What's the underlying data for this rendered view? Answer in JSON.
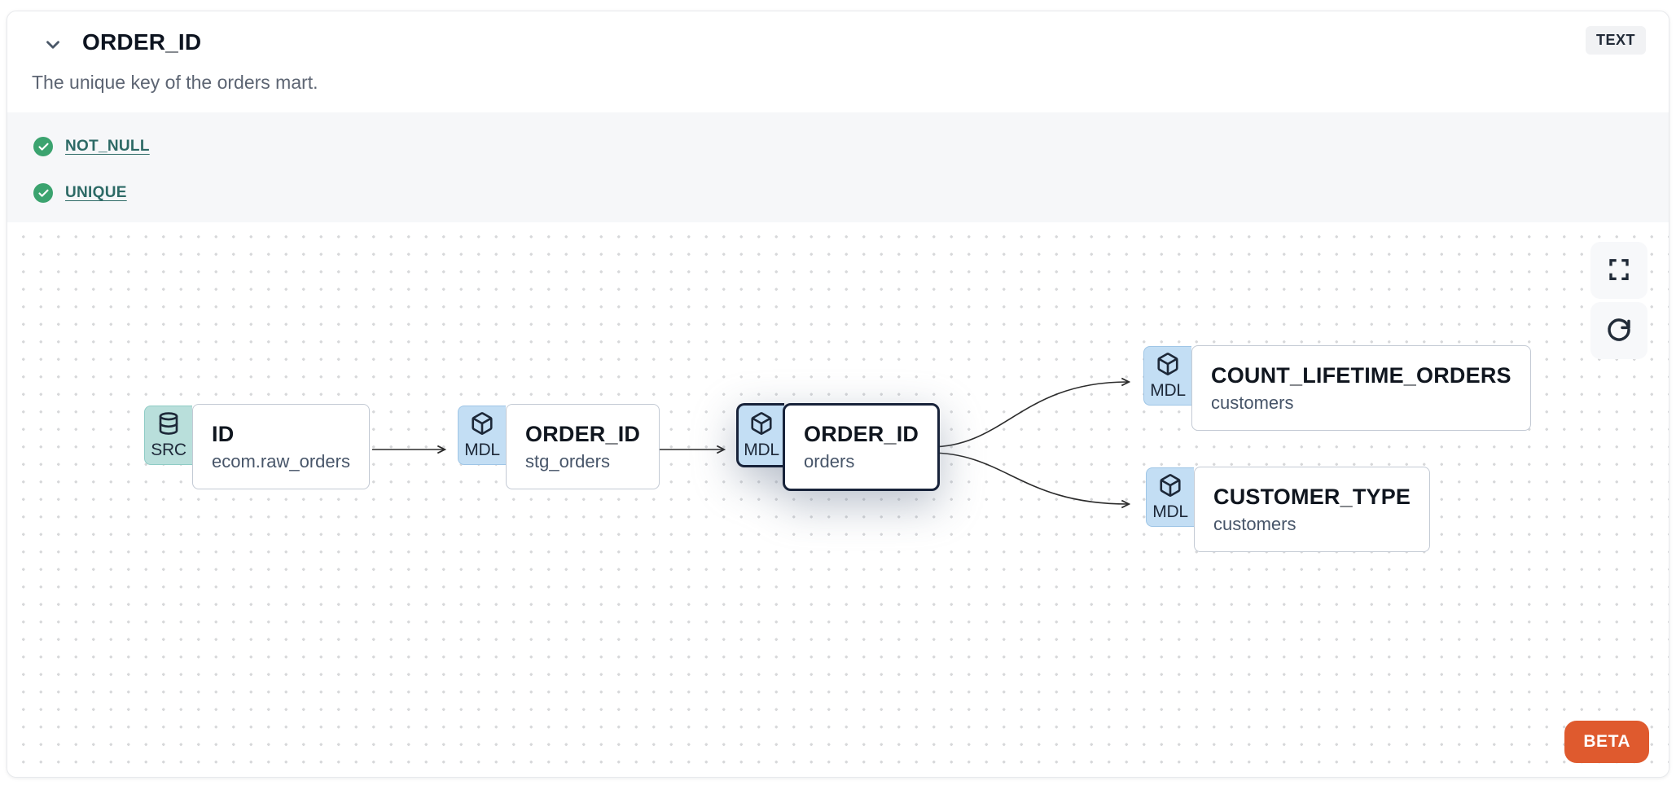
{
  "header": {
    "title": "ORDER_ID",
    "type_badge": "TEXT",
    "description": "The unique key of the orders mart."
  },
  "tests": [
    {
      "label": "NOT_NULL",
      "status": "pass",
      "icon": "check-circle-icon"
    },
    {
      "label": "UNIQUE",
      "status": "pass",
      "icon": "check-circle-icon"
    }
  ],
  "lineage": {
    "nodes": [
      {
        "badge": "SRC",
        "icon": "database-icon",
        "title": "ID",
        "subtitle": "ecom.raw_orders",
        "selected": false
      },
      {
        "badge": "MDL",
        "icon": "cube-icon",
        "title": "ORDER_ID",
        "subtitle": "stg_orders",
        "selected": false
      },
      {
        "badge": "MDL",
        "icon": "cube-icon",
        "title": "ORDER_ID",
        "subtitle": "orders",
        "selected": true
      },
      {
        "badge": "MDL",
        "icon": "cube-icon",
        "title": "COUNT_LIFETIME_ORDERS",
        "subtitle": "customers",
        "selected": false
      },
      {
        "badge": "MDL",
        "icon": "cube-icon",
        "title": "CUSTOMER_TYPE",
        "subtitle": "customers",
        "selected": false
      }
    ],
    "beta_label": "BETA"
  },
  "colors": {
    "link-teal": "#2d6a66",
    "check-green": "#3ba36f",
    "src-badge-bg": "#b9dfdb",
    "mdl-badge-bg": "#c3def4",
    "selected-border": "#18233a",
    "beta-orange": "#df5a2e",
    "type-badge-bg": "#f1f2f4",
    "tests-bg": "#f6f7f9"
  }
}
